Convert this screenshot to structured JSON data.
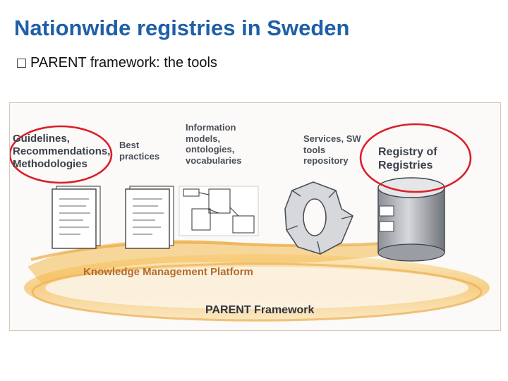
{
  "slide": {
    "title": "Nationwide registries in Sweden",
    "bullet": "PARENT framework: the tools"
  },
  "diagram": {
    "guidelines_lines": [
      "Guidelines,",
      "Recommendations,",
      "Methodologies"
    ],
    "best_practices_lines": [
      "Best",
      "practices"
    ],
    "information_lines": [
      "Information",
      "models,",
      "ontologies,",
      "vocabularies"
    ],
    "services_lines": [
      "Services, SW",
      "tools",
      "repository"
    ],
    "registry_lines": [
      "Registry of",
      "Registries"
    ],
    "platform_label": "Knowledge Management Platform",
    "framework_label": "PARENT Framework",
    "colors": {
      "title": "#1f5fa8",
      "highlight_circle": "#d9202a",
      "platform_band": "#f4b84a",
      "platform_text": "#b56a2a"
    }
  }
}
